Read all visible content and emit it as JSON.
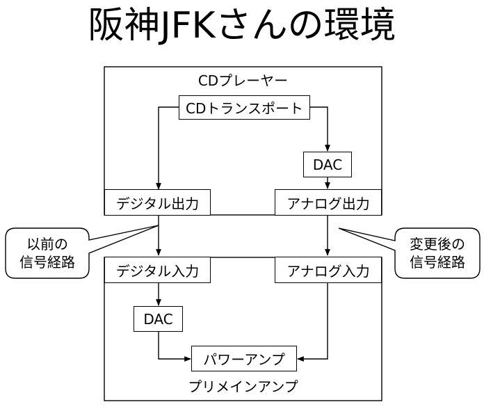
{
  "title": "阪神JFKさんの環境",
  "cd_player": {
    "label": "CDプレーヤー",
    "transport": "CDトランスポート",
    "dac": "DAC",
    "digital_out": "デジタル出力",
    "analog_out": "アナログ出力"
  },
  "preamp": {
    "label": "プリメインアンプ",
    "digital_in": "デジタル入力",
    "analog_in": "アナログ入力",
    "dac": "DAC",
    "power_amp": "パワーアンプ"
  },
  "callouts": {
    "before": "以前の\n信号経路",
    "after": "変更後の\n信号経路"
  }
}
